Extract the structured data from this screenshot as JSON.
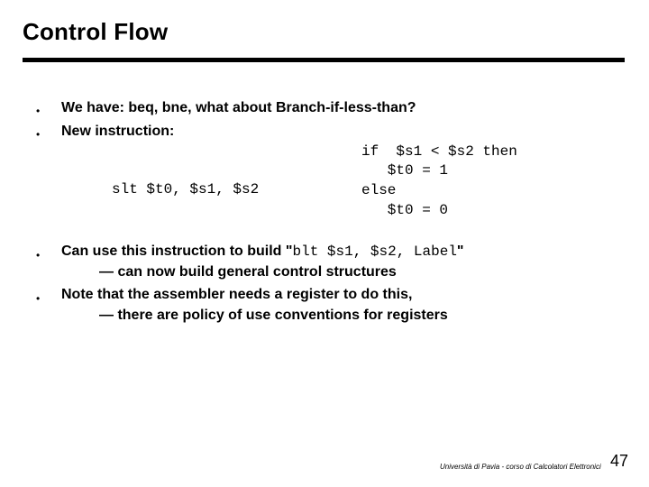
{
  "slide": {
    "title": "Control Flow",
    "bullets": [
      {
        "symbol": "•",
        "text": "We have:  beq, bne, what about Branch-if-less-than?"
      },
      {
        "symbol": "•",
        "text": "New instruction:"
      }
    ],
    "slt_instruction": "slt $t0, $s1, $s2",
    "pseudocode": [
      "if  $s1 < $s2 then",
      "   $t0 = 1",
      "else",
      "   $t0 = 0"
    ],
    "bullet3": {
      "symbol": "•",
      "prefix": "Can use this instruction to build ",
      "quote_open": "\"",
      "code": "blt $s1, $s2, Label",
      "quote_close": "\"",
      "sub": "— can now build general control structures"
    },
    "bullet4": {
      "symbol": "•",
      "text": "Note that the assembler needs a register to do this,",
      "sub": "— there are policy of use conventions for registers"
    },
    "footer": "Università di Pavia - corso di Calcolatori Elettronici",
    "page_number": "47"
  }
}
